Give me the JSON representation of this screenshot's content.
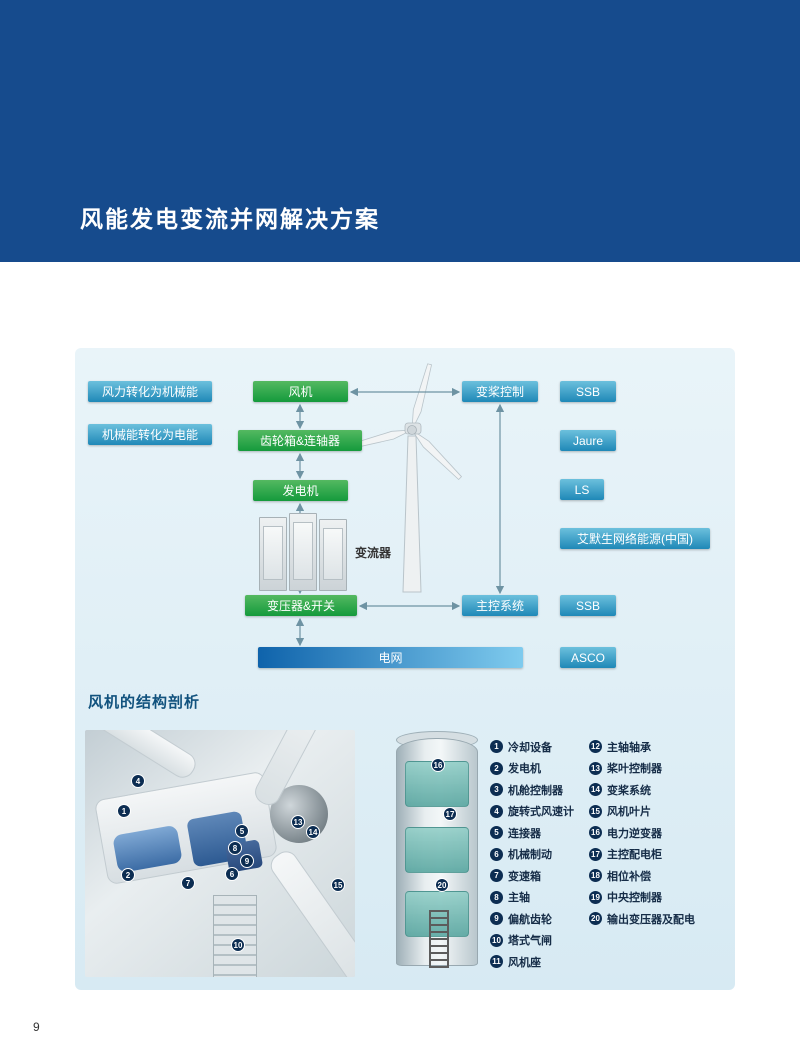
{
  "page": {
    "number": "9"
  },
  "header": {
    "title": "风能发电变流并网解决方案"
  },
  "diagram": {
    "left_labels": [
      "风力转化为机械能",
      "机械能转化为电能"
    ],
    "nodes": {
      "fan": "风机",
      "gearbox": "齿轮箱&连轴器",
      "generator": "发电机",
      "converter": "变流器",
      "transformer": "变压器&开关",
      "grid": "电网",
      "pitch_control": "变桨控制",
      "main_control": "主控系统"
    },
    "brands": [
      "SSB",
      "Jaure",
      "LS",
      "艾默生网络能源(中国)",
      "SSB",
      "ASCO"
    ]
  },
  "structure": {
    "title": "风机的结构剖析",
    "legend_left": [
      {
        "num": "1",
        "label": "冷却设备"
      },
      {
        "num": "2",
        "label": "发电机"
      },
      {
        "num": "3",
        "label": "机舱控制器"
      },
      {
        "num": "4",
        "label": "旋转式风速计"
      },
      {
        "num": "5",
        "label": "连接器"
      },
      {
        "num": "6",
        "label": "机械制动"
      },
      {
        "num": "7",
        "label": "变速箱"
      },
      {
        "num": "8",
        "label": "主轴"
      },
      {
        "num": "9",
        "label": "偏航齿轮"
      },
      {
        "num": "10",
        "label": "塔式气闸"
      },
      {
        "num": "11",
        "label": "风机座"
      }
    ],
    "legend_right": [
      {
        "num": "12",
        "label": "主轴轴承"
      },
      {
        "num": "13",
        "label": "桨叶控制器"
      },
      {
        "num": "14",
        "label": "变桨系统"
      },
      {
        "num": "15",
        "label": "风机叶片"
      },
      {
        "num": "16",
        "label": "电力逆变器"
      },
      {
        "num": "17",
        "label": "主控配电柜"
      },
      {
        "num": "18",
        "label": "相位补偿"
      },
      {
        "num": "19",
        "label": "中央控制器"
      },
      {
        "num": "20",
        "label": "输出变压器及配电"
      }
    ],
    "markers_nacelle": [
      "4",
      "1",
      "2",
      "7",
      "5",
      "8",
      "9",
      "6",
      "13",
      "14",
      "15",
      "10"
    ],
    "markers_tower": [
      "16",
      "17",
      "20"
    ]
  }
}
